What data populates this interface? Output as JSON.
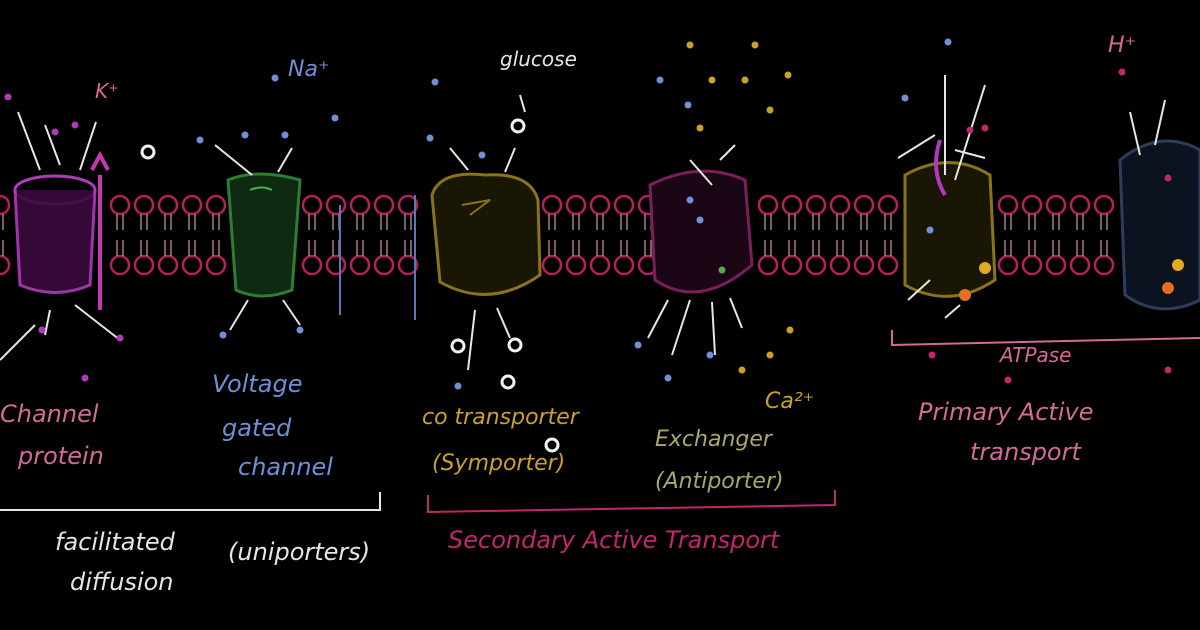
{
  "labels": {
    "k_ion": "K⁺",
    "na_ion": "Na⁺",
    "glucose": "glucose",
    "h_ion": "H⁺",
    "ca_ion": "Ca²⁺",
    "channel_protein_line1": "Channel",
    "channel_protein_line2": "protein",
    "voltage_line1": "Voltage",
    "voltage_line2": "gated",
    "voltage_line3": "channel",
    "cotransporter_line1": "co transporter",
    "cotransporter_line2": "(Symporter)",
    "exchanger_line1": "Exchanger",
    "exchanger_line2": "(Antiporter)",
    "atpase": "ATPase",
    "primary_line1": "Primary Active",
    "primary_line2": "transport",
    "facilitated_line1": "facilitated",
    "facilitated_line2": "diffusion",
    "uniporters": "(uniporters)",
    "secondary": "Secondary Active Transport"
  },
  "colors": {
    "background": "#000000",
    "membrane": "#b5215f",
    "channel": "#b03ab8",
    "voltage_channel": "#2e7d32",
    "cotransporter": "#8a7418",
    "exchanger": "#7a1f5c",
    "atpase": "#8a7418",
    "h_pump": "#2c3e5a",
    "text_pink": "#d46a9a",
    "text_blue": "#6f8fd6",
    "text_yellow": "#c9a227",
    "text_olive": "#a9a86a",
    "text_magenta": "#c2266f"
  }
}
